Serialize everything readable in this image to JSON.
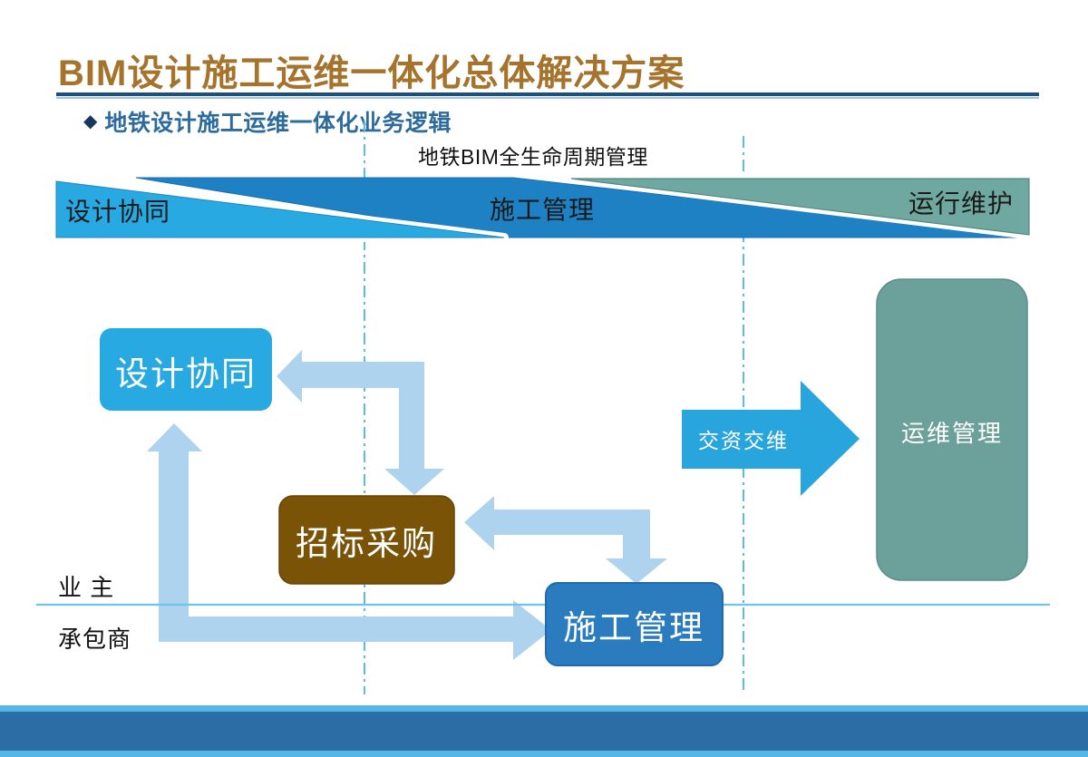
{
  "slide": {
    "title": "BIM设计施工运维一体化总体解决方案",
    "bullet_glyph": "◆",
    "section_heading": "地铁设计施工运维一体化业务逻辑",
    "band_caption": "地铁BIM全生命周期管理"
  },
  "lifecycle_band": {
    "phases": [
      {
        "label": "设计协同",
        "color": "#29A9E1"
      },
      {
        "label": "施工管理",
        "color": "#1E81C4"
      },
      {
        "label": "运行维护",
        "color": "#6FA8A1"
      }
    ]
  },
  "flow": {
    "design_box": "设计协同",
    "bidding_box": "招标采购",
    "construction_box": "施工管理",
    "operations_box": "运维管理",
    "handover_label": "交资交维",
    "owner_label": "业  主",
    "contractor_label": "承包商"
  },
  "colors": {
    "title": "#A6732C",
    "underline": "#1F4E79",
    "heading": "#2E6B9D",
    "bright_blue": "#29A9E1",
    "dark_blue": "#1E81C4",
    "teal": "#6FA8A1",
    "brown": "#7A5306",
    "construction_blue": "#2A7CBE",
    "pale_arrow": "#AED3EE",
    "dashed_line": "#5BBCE8",
    "footer_dark": "#2D6DA6",
    "footer_light": "#56B7E6"
  }
}
